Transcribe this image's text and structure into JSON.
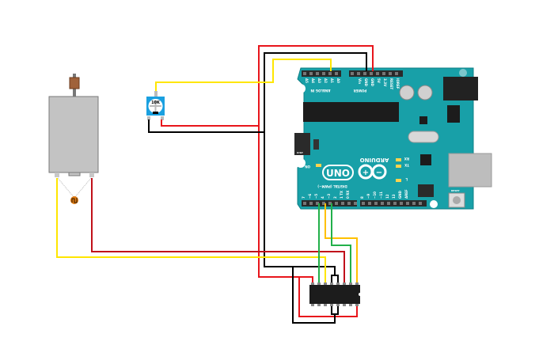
{
  "colors": {
    "board": "#18a0a8",
    "wire_red": "#e8151b",
    "wire_darkred": "#c0101a",
    "wire_black": "#000000",
    "wire_yellow": "#ffe600",
    "wire_orange": "#ffc000",
    "wire_green": "#22b04a",
    "motor": "#c3c3c3",
    "pot": "#1aa0e0",
    "chip": "#1c1c1c"
  },
  "arduino": {
    "brand": "ARDUINO",
    "model": "UNO",
    "analog_header": "ANALOG IN",
    "analog_pins": [
      "A0",
      "A1",
      "A2",
      "A3",
      "A4",
      "A5"
    ],
    "power_header": "POWER",
    "power_pins": [
      "IOREF",
      "RESET",
      "3.3V",
      "5V",
      "GND",
      "GND",
      "Vin"
    ],
    "digital_header": "DIGITAL (PWM~)",
    "digital_pins": [
      "0 RX",
      "1 TX",
      "2",
      "~3",
      "4",
      "~5",
      "~6",
      "7",
      "8",
      "~9",
      "~10",
      "~11",
      "12",
      "13",
      "GND",
      "AREF"
    ],
    "led_labels": [
      "RX",
      "TX",
      "L",
      "ON"
    ],
    "icsp": "ICSP",
    "reset": "RESET"
  },
  "potentiometer": {
    "label": "10K"
  },
  "components": [
    "dc-motor",
    "diode",
    "potentiometer",
    "motor-driver-ic",
    "arduino-uno"
  ]
}
